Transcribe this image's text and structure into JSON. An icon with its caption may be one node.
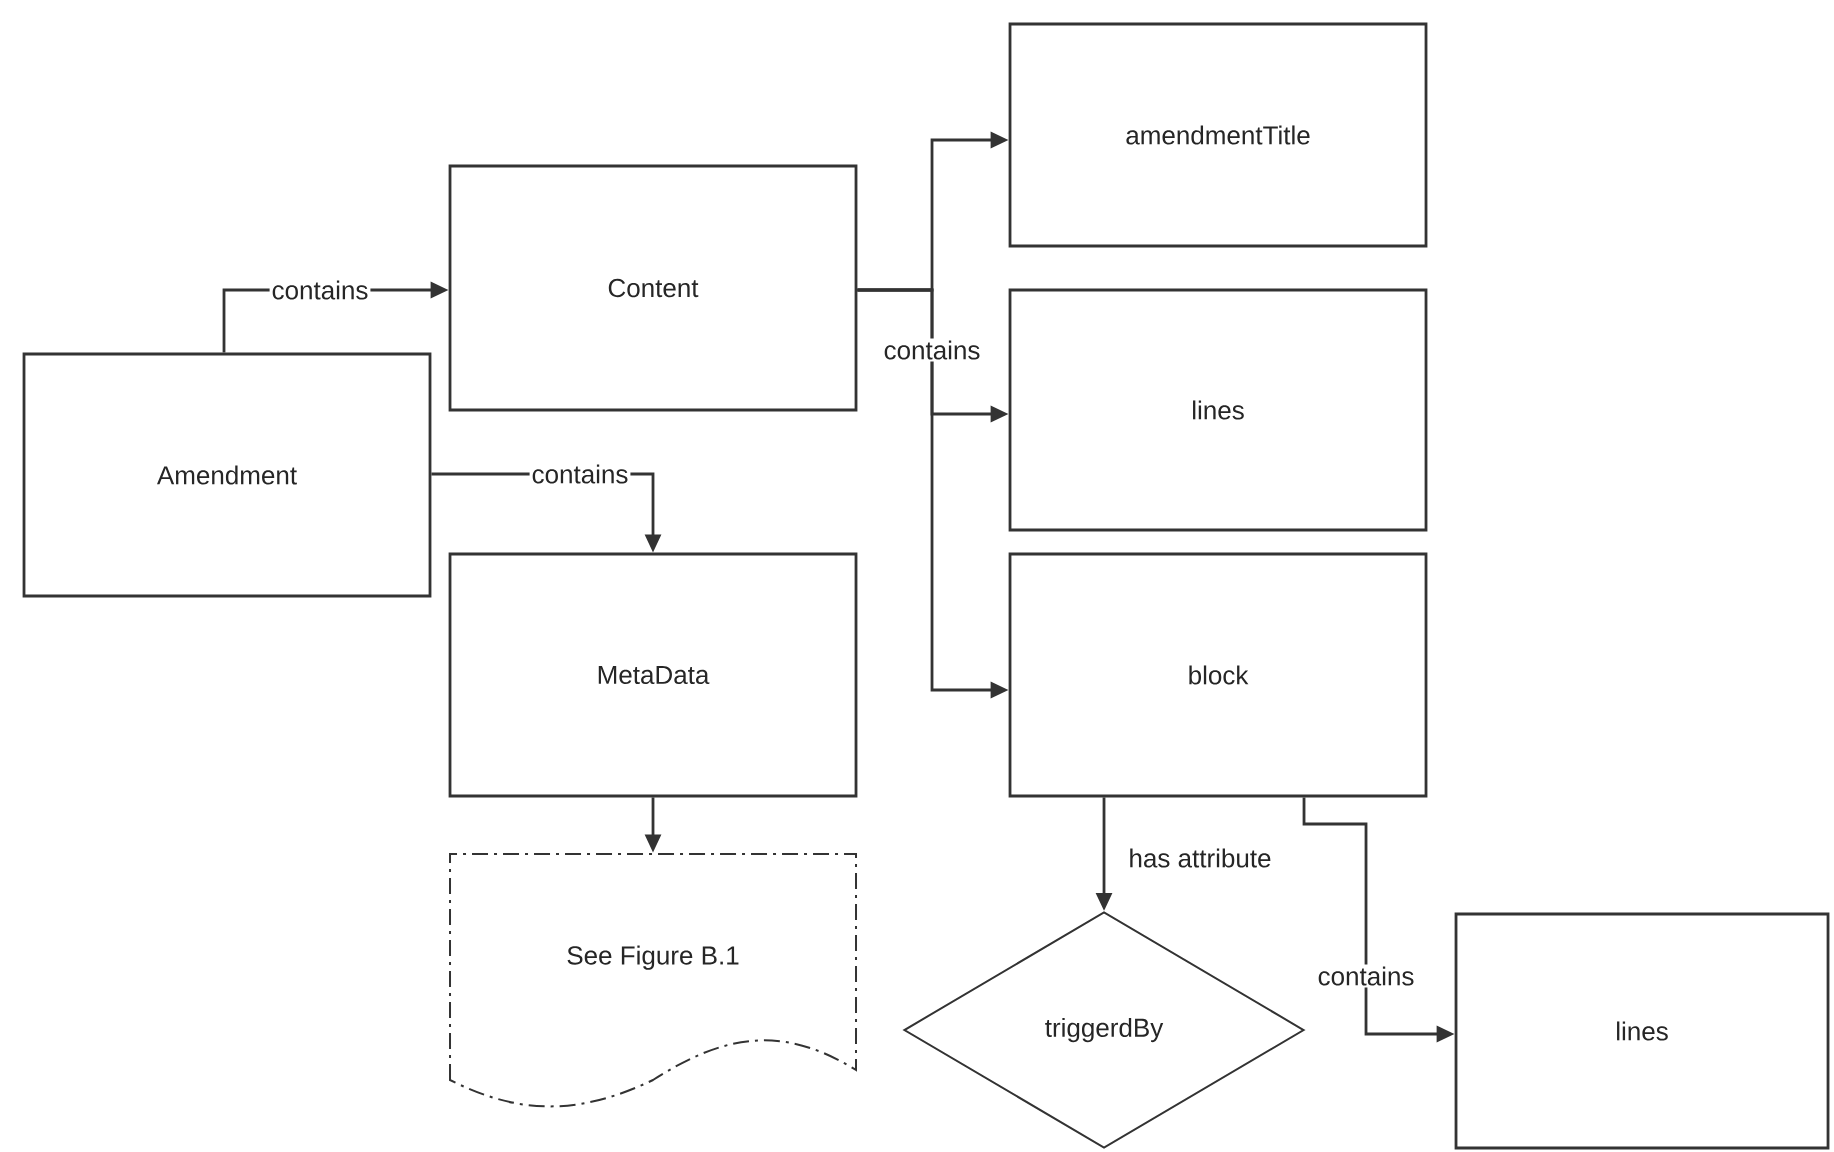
{
  "diagram": {
    "nodes": [
      {
        "text": [
          "Amendment"
        ]
      },
      {
        "text": [
          "Content"
        ]
      },
      {
        "text": [
          "amendmentTitle"
        ]
      },
      {
        "text": [
          "lines"
        ]
      },
      {
        "text": [
          "block"
        ]
      },
      {
        "text": [
          "MetaData"
        ]
      },
      {
        "text": [
          "See Figure B.1"
        ]
      },
      {
        "text": [
          "triggerdBy"
        ]
      },
      {
        "text": [
          "lines"
        ]
      }
    ],
    "edges": [
      {
        "from": 0,
        "to": 1,
        "arrow": "to",
        "label": "contains"
      },
      {
        "from": 1,
        "to": 2,
        "arrow": "to"
      },
      {
        "from": 1,
        "to": 3,
        "arrow": "to",
        "label": "contains"
      },
      {
        "from": 1,
        "to": 4,
        "arrow": "to"
      },
      {
        "from": 0,
        "to": 5,
        "arrow": "to",
        "label": "contains"
      },
      {
        "from": 5,
        "to": 6,
        "arrow": "to"
      },
      {
        "from": 4,
        "to": 7,
        "arrow": "to",
        "label": "has attribute"
      },
      {
        "from": 4,
        "to": 8,
        "arrow": "to",
        "label": "contains"
      }
    ]
  }
}
